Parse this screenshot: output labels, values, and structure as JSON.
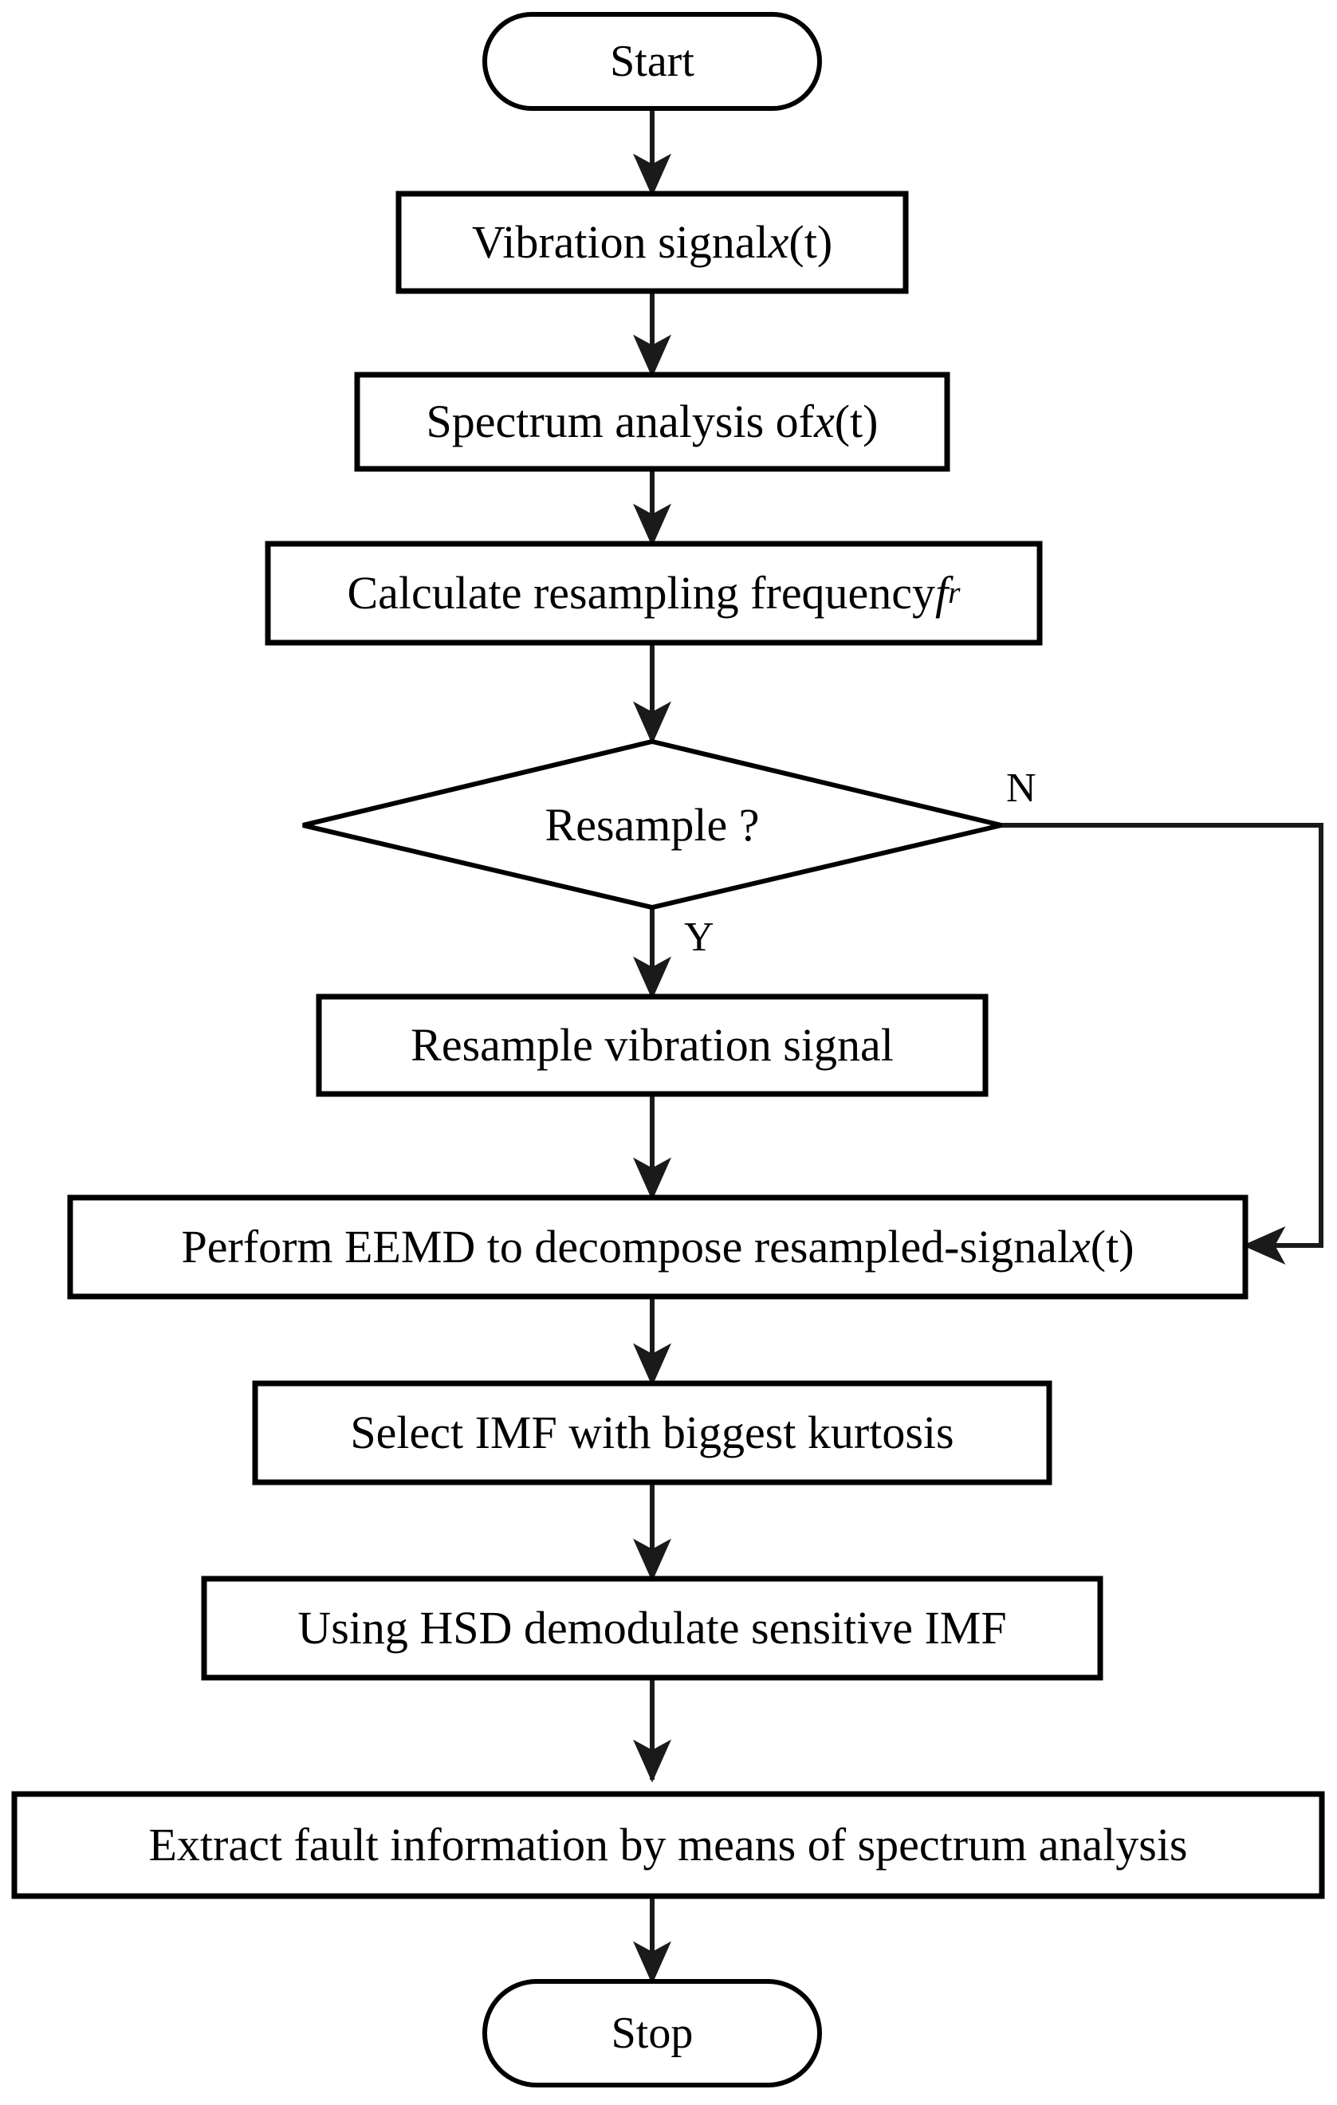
{
  "diagram": {
    "type": "flowchart",
    "title": "Fault diagnosis procedure flowchart",
    "orientation": "top-to-bottom",
    "background_color": "#ffffff",
    "line_color": "#000000",
    "text_color": "#000000",
    "nodes": [
      {
        "id": "start",
        "shape": "terminator",
        "label": "Start"
      },
      {
        "id": "vib",
        "shape": "process",
        "label_pre": "Vibration signal ",
        "label_var": "x",
        "label_post": "(t)"
      },
      {
        "id": "spectrum",
        "shape": "process",
        "label_pre": "Spectrum analysis of ",
        "label_var": "x",
        "label_post": "(t)"
      },
      {
        "id": "calcfreq",
        "shape": "process",
        "label_pre": "Calculate resampling frequency ",
        "label_var": "f",
        "label_sub": "r",
        "label_post": ""
      },
      {
        "id": "decision",
        "shape": "decision",
        "label": "Resample ?"
      },
      {
        "id": "resample",
        "shape": "process",
        "label": "Resample vibration signal"
      },
      {
        "id": "eemd",
        "shape": "process",
        "label_pre": "Perform EEMD to decompose resampled-signal ",
        "label_var": "x",
        "label_post": "(t)"
      },
      {
        "id": "selectimf",
        "shape": "process",
        "label": "Select IMF with biggest kurtosis"
      },
      {
        "id": "hsd",
        "shape": "process",
        "label": "Using HSD demodulate sensitive IMF"
      },
      {
        "id": "extract",
        "shape": "process",
        "label": "Extract fault information by means of spectrum analysis"
      },
      {
        "id": "stop",
        "shape": "terminator",
        "label": "Stop"
      }
    ],
    "edge_labels": {
      "yes": "Y",
      "no": "N"
    },
    "edges": [
      {
        "from": "start",
        "to": "vib",
        "label": ""
      },
      {
        "from": "vib",
        "to": "spectrum",
        "label": ""
      },
      {
        "from": "spectrum",
        "to": "calcfreq",
        "label": ""
      },
      {
        "from": "calcfreq",
        "to": "decision",
        "label": ""
      },
      {
        "from": "decision",
        "to": "resample",
        "label": "Y"
      },
      {
        "from": "decision",
        "to": "eemd",
        "label": "N"
      },
      {
        "from": "resample",
        "to": "eemd",
        "label": ""
      },
      {
        "from": "eemd",
        "to": "selectimf",
        "label": ""
      },
      {
        "from": "selectimf",
        "to": "hsd",
        "label": ""
      },
      {
        "from": "hsd",
        "to": "extract",
        "label": ""
      },
      {
        "from": "extract",
        "to": "stop",
        "label": ""
      }
    ]
  }
}
